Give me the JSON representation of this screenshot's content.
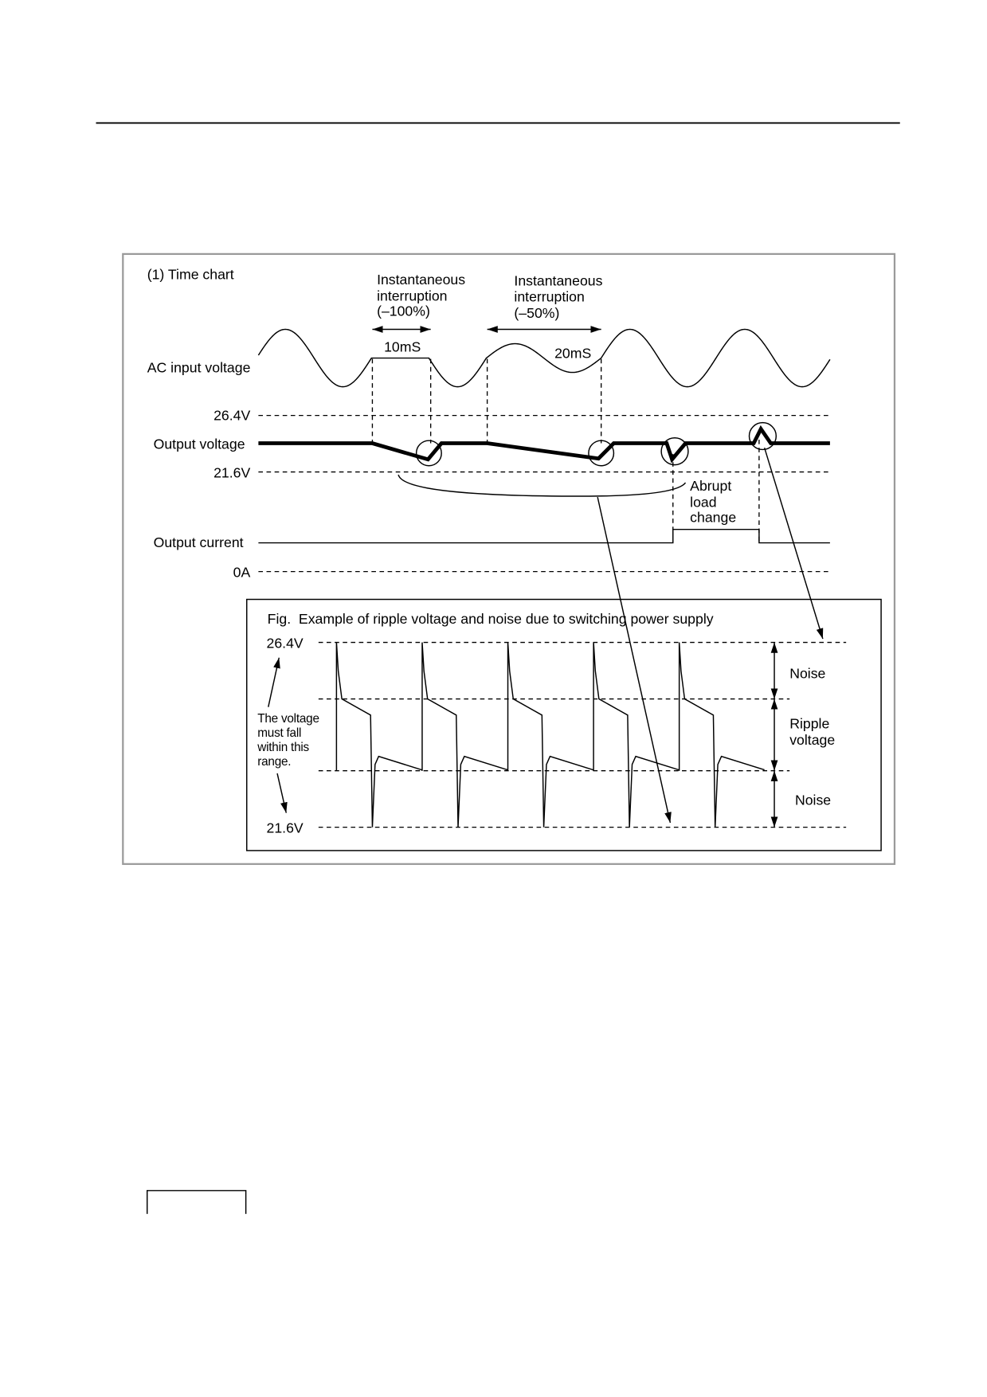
{
  "colors": {
    "ink": "#000000",
    "frame": "#9a9a9a",
    "paper": "#ffffff"
  },
  "time_chart": {
    "section_label": "(1) Time chart",
    "interruption_full": [
      "Instantaneous",
      "interruption",
      "(–100%)"
    ],
    "interruption_half": [
      "Instantaneous",
      "interruption",
      "(–50%)"
    ],
    "duration_full": "10mS",
    "duration_half": "20mS",
    "ac_input_label": "AC input voltage",
    "upper_limit_label": "26.4V",
    "output_voltage_label": "Output voltage",
    "lower_limit_label": "21.6V",
    "output_current_label": "Output current",
    "zero_current_label": "0A",
    "load_change_label": [
      "Abrupt",
      "load",
      "change"
    ]
  },
  "ripple_figure": {
    "caption": "Fig.  Example of ripple voltage and noise due to switching power supply",
    "upper_limit_label": "26.4V",
    "lower_limit_label": "21.6V",
    "range_note": [
      "The voltage",
      "must fall",
      "within this",
      "range."
    ],
    "noise_top_label": "Noise",
    "ripple_label": [
      "Ripple",
      "voltage"
    ],
    "noise_bottom_label": "Noise"
  }
}
